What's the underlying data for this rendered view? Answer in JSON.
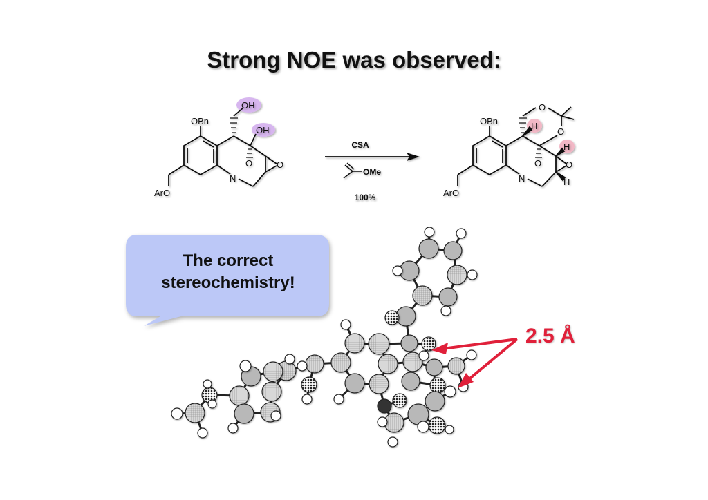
{
  "slide": {
    "title": "Strong NOE was observed:"
  },
  "scheme": {
    "starting_material": {
      "labels": {
        "obn": "OBn",
        "oh_primary": "OH",
        "oh_tertiary": "OH",
        "aro": "ArO",
        "n": "N",
        "o_bridge": "O",
        "o_epoxide": "O"
      },
      "highlight_color": "#d7b6ef"
    },
    "arrow": {
      "reagent_above": "CSA",
      "reagent_below": "OMe",
      "yield": "100%"
    },
    "product": {
      "labels": {
        "obn": "OBn",
        "aro": "ArO",
        "n": "N",
        "o_bridge": "O",
        "o_epoxide": "O",
        "o_acetonide_1": "O",
        "o_acetonide_2": "O",
        "h1": "H",
        "h2": "H",
        "h3": "H"
      },
      "highlight_color": "#f2b8c6"
    }
  },
  "callout": {
    "text_line1": "The correct",
    "text_line2": "stereochemistry!",
    "background": "#bcc8f7"
  },
  "annotation": {
    "distance": "2.5 Å",
    "color": "#e0203a"
  }
}
